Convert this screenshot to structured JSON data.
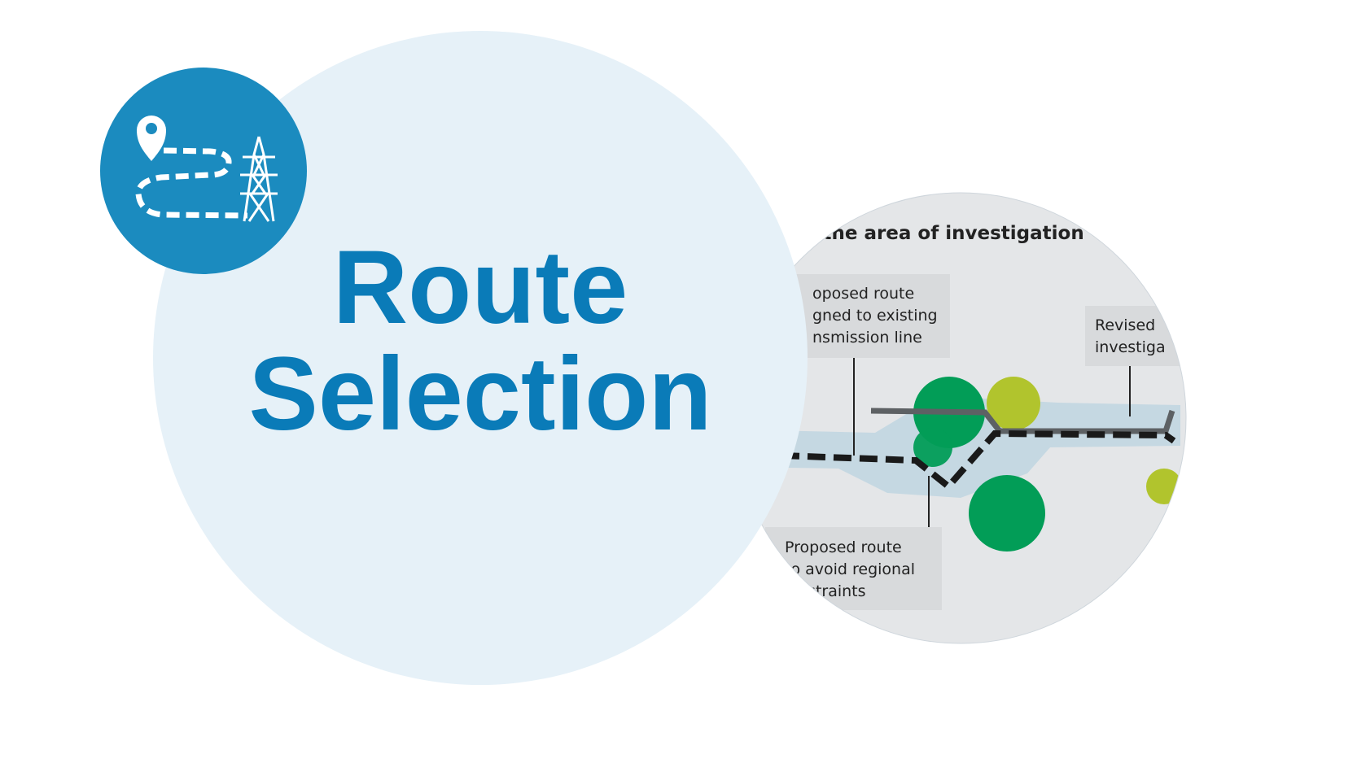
{
  "title": {
    "line1": "Route",
    "line2": "Selection"
  },
  "icon": {
    "name": "route-to-transmission-tower-icon"
  },
  "map": {
    "title": "g the area of investigation",
    "labels": [
      {
        "lines": [
          "oposed route",
          "gned to existing",
          "nsmission line"
        ]
      },
      {
        "lines": [
          "Revised",
          "investiga"
        ]
      },
      {
        "lines": [
          "Proposed route",
          "to avoid regional",
          "nstraints"
        ]
      }
    ]
  },
  "colors": {
    "brand_blue": "#0a7bb8",
    "icon_circle": "#1b8bbf",
    "light_circle": "#e6f1f8",
    "map_bg": "#e4e6e8",
    "corridor": "#c5d8e2",
    "green": "#029d57",
    "lime": "#b1c42d"
  }
}
